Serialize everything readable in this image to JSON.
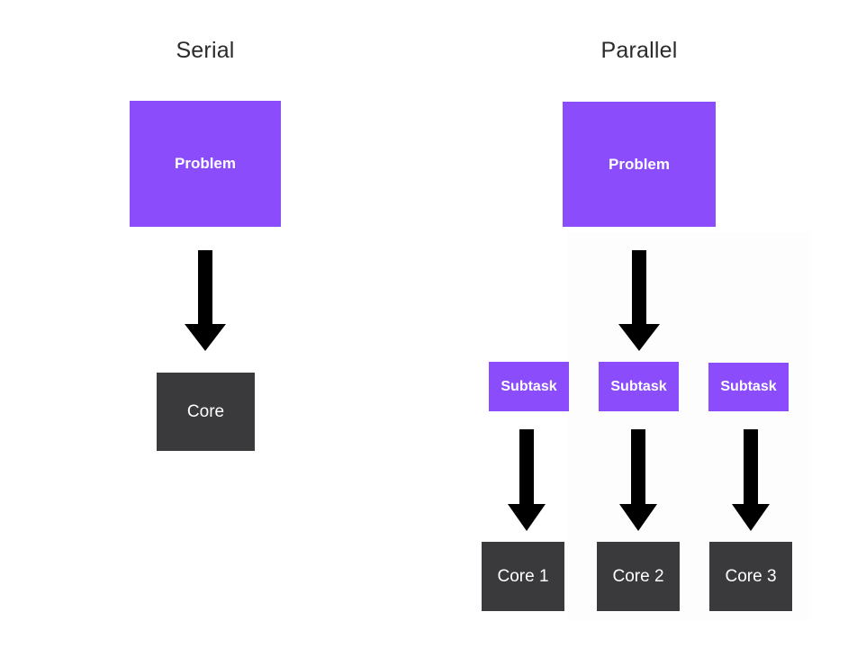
{
  "diagram": {
    "title_serial": "Serial",
    "title_parallel": "Parallel",
    "background_color": "#ffffff",
    "palette": {
      "purple": "#8b4dfc",
      "dark_gray": "#3a3a3d",
      "arrow_black": "#000000",
      "title_text": "#2b2b2b",
      "box_text": "#ffffff"
    },
    "serial": {
      "title": "Serial",
      "problem_label": "Problem",
      "core_label": "Core",
      "arrow_name": "serial-problem-to-core-arrow"
    },
    "parallel": {
      "title": "Parallel",
      "problem_label": "Problem",
      "subtasks": [
        {
          "label": "Subtask"
        },
        {
          "label": "Subtask"
        },
        {
          "label": "Subtask"
        }
      ],
      "cores": [
        {
          "label": "Core 1"
        },
        {
          "label": "Core 2"
        },
        {
          "label": "Core 3"
        }
      ],
      "arrows": [
        {
          "name": "parallel-problem-to-subtasks-arrow"
        },
        {
          "name": "parallel-subtask-1-to-core-1-arrow"
        },
        {
          "name": "parallel-subtask-2-to-core-2-arrow"
        },
        {
          "name": "parallel-subtask-3-to-core-3-arrow"
        }
      ]
    }
  }
}
